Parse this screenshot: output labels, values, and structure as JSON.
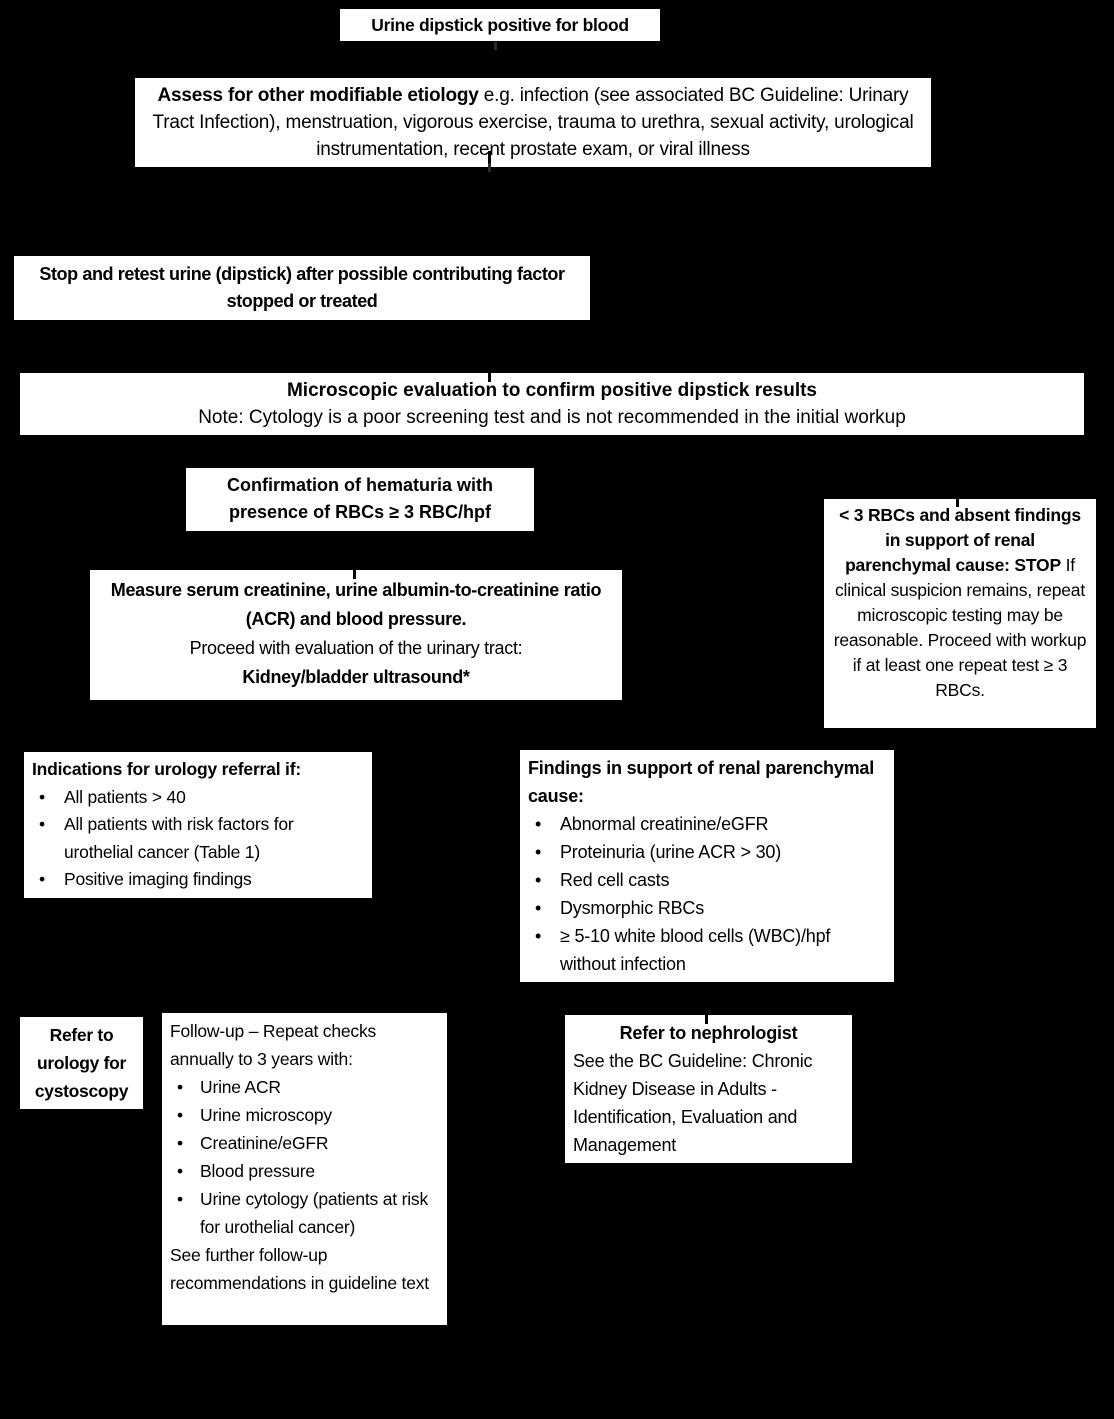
{
  "colors": {
    "background": "#000000",
    "box_fill": "#ffffff",
    "text": "#000000",
    "arrow_remnant": "#2b2b2b"
  },
  "boxes": {
    "dipstick": {
      "text": "Urine dipstick positive for blood"
    },
    "assess": {
      "bold": "Assess for other modifiable etiology",
      "rest": " e.g. infection (see associated BC Guideline: Urinary Tract Infection), menstruation, vigorous exercise, trauma to urethra, sexual activity, urological instrumentation, recent prostate exam, or viral illness"
    },
    "stop_retest": {
      "text": "Stop and retest urine (dipstick) after possible contributing factor stopped or treated"
    },
    "microscopic": {
      "title": "Microscopic evaluation to confirm positive dipstick results",
      "note": "Note: Cytology is a poor screening test and is not recommended in the initial workup"
    },
    "confirmation": {
      "text": "Confirmation of hematuria with presence of RBCs ≥ 3 RBC/hpf"
    },
    "rbc_stop": {
      "bold": "< 3 RBCs and absent findings in support of renal parenchymal cause: STOP",
      "rest": " If clinical suspicion remains, repeat microscopic testing may be reasonable. Proceed with workup if at least one repeat test ≥ 3 RBCs."
    },
    "measure": {
      "bold_intro": "Measure serum creatinine, urine albumin-to-creatinine ratio (ACR) and blood pressure.",
      "regular": "Proceed with evaluation of the urinary tract:",
      "bold_outro": "Kidney/bladder ultrasound*"
    },
    "urology_indications": {
      "title": "Indications for urology referral if:",
      "bullets": [
        "All patients > 40",
        "All patients with risk factors for urothelial cancer (Table 1)",
        "Positive imaging findings"
      ]
    },
    "renal_findings": {
      "title": "Findings in support of renal parenchymal cause:",
      "bullets": [
        "Abnormal creatinine/eGFR",
        "Proteinuria (urine ACR > 30)",
        "Red cell casts",
        "Dysmorphic RBCs",
        "≥ 5-10 white blood cells (WBC)/hpf without infection"
      ]
    },
    "refer_urology": {
      "text": "Refer to urology for cystoscopy"
    },
    "follow_up": {
      "intro": "Follow-up – Repeat checks annually to 3 years with:",
      "bullets": [
        "Urine ACR",
        "Urine microscopy",
        "Creatinine/eGFR",
        "Blood pressure",
        "Urine cytology (patients at risk for urothelial cancer)"
      ],
      "outro": "See further follow-up recommendations in guideline text"
    },
    "refer_nephrologist": {
      "title": "Refer to nephrologist",
      "text": "See the BC Guideline: Chronic Kidney Disease in Adults - Identification, Evaluation and Management"
    }
  }
}
